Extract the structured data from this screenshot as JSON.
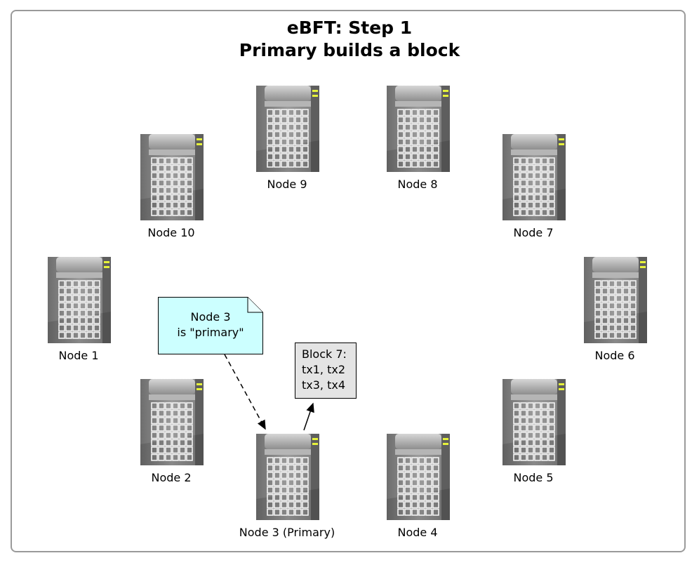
{
  "title": {
    "line1": "eBFT: Step 1",
    "line2": "Primary builds a block"
  },
  "nodes": [
    {
      "label": "Node 9",
      "icon": "server-icon"
    },
    {
      "label": "Node 8",
      "icon": "server-icon"
    },
    {
      "label": "Node 10",
      "icon": "server-icon"
    },
    {
      "label": "Node 7",
      "icon": "server-icon"
    },
    {
      "label": "Node 1",
      "icon": "server-icon"
    },
    {
      "label": "Node 6",
      "icon": "server-icon"
    },
    {
      "label": "Node 2",
      "icon": "server-icon"
    },
    {
      "label": "Node 5",
      "icon": "server-icon"
    },
    {
      "label": "Node 3 (Primary)",
      "icon": "server-icon"
    },
    {
      "label": "Node 4",
      "icon": "server-icon"
    }
  ],
  "note": {
    "line1": "Node 3",
    "line2": "is \"primary\"",
    "color": "#ccffff"
  },
  "block": {
    "line1": "Block 7:",
    "line2": "tx1, tx2",
    "line3": "tx3, tx4",
    "color": "#e4e4e4"
  },
  "colors": {
    "frame_border": "#9a9a9a",
    "server_body": "#8a8a8a",
    "server_led": "#e6f23a"
  }
}
